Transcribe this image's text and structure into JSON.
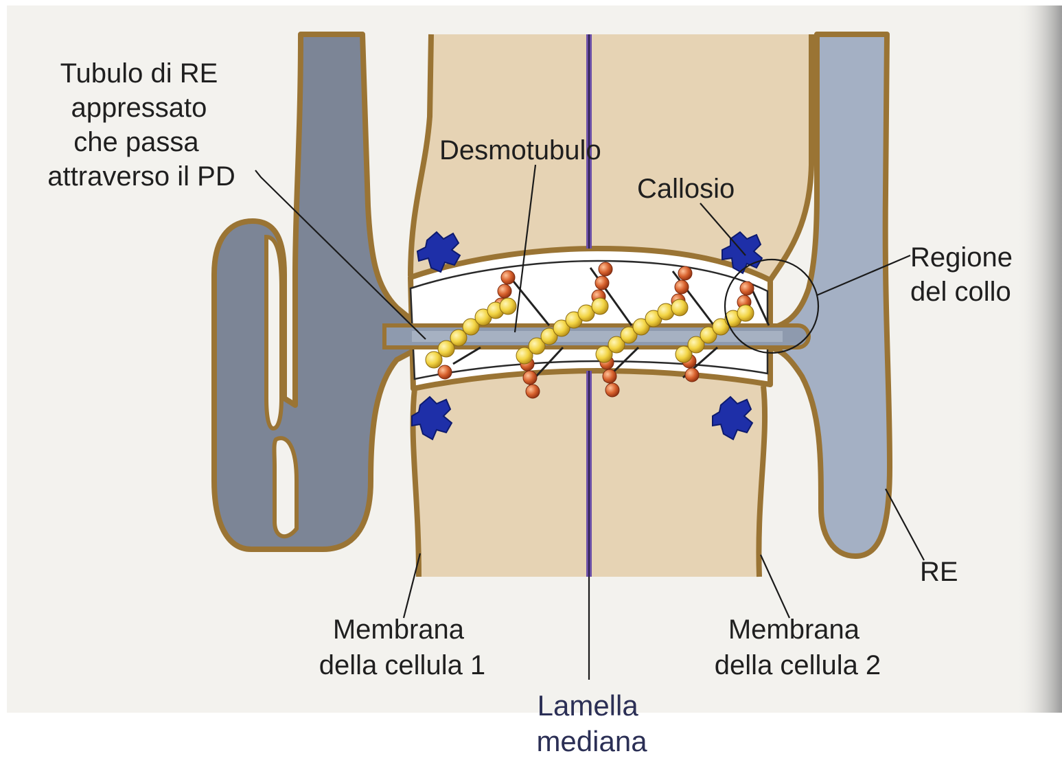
{
  "labels": {
    "er_tubule": [
      "Tubulo di RE",
      "appressato",
      "che passa",
      "attraverso il PD"
    ],
    "desmotubule": "Desmotubulo",
    "callose": "Callosio",
    "neck_region": [
      "Regione",
      "del collo"
    ],
    "er": "RE",
    "membrane_cell1": [
      "Membrana",
      "della cellula 1"
    ],
    "membrane_cell2": [
      "Membrana",
      "della cellula 2"
    ],
    "middle_lamella": [
      "Lamella",
      "mediana"
    ]
  },
  "colors": {
    "page_background": "#ffffff",
    "paper": "#f3f2ee",
    "cell_wall": "#e6d3b4",
    "membrane": "#9a7434",
    "er_lumen_left": "#7c8596",
    "er_lumen_right": "#a4b0c4",
    "middle_lamella": "#6b4fa6",
    "callose": "#1e2fa8",
    "protein_yellow": "#f2d443",
    "protein_red": "#d8622e",
    "caption_text": "#2b2f55"
  }
}
